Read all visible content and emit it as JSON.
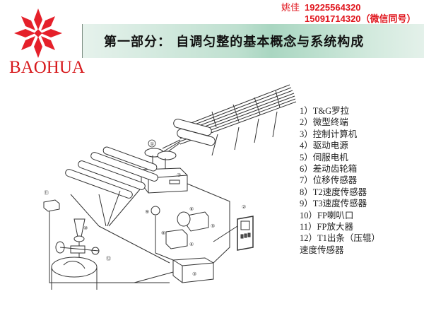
{
  "brand": {
    "logo_text": "BAOHUA",
    "logo_color": "#d7191c"
  },
  "contact": {
    "name": "姚佳",
    "phone1": "19225564320",
    "phone2": "15091714320（微信同号）",
    "color": "#e0141c"
  },
  "header": {
    "title": "第一部分：  自调匀整的基本概念与系统构成"
  },
  "diagram": {
    "description": "自调匀整系统构成示意图",
    "callouts": [
      "①",
      "②",
      "③",
      "④",
      "⑤",
      "⑥",
      "⑦",
      "⑧",
      "⑨",
      "⑩",
      "⑪",
      "⑫"
    ]
  },
  "legend": {
    "items": [
      "1）T&G罗拉",
      "2）微型终端",
      "3）控制计算机",
      "4）驱动电源",
      "5）伺服电机",
      "6）差动齿轮箱",
      "7）位移传感器",
      "8）T2速度传感器",
      "9）T3速度传感器",
      "10）FP喇叭口",
      "11）FP放大器",
      "12）T1出条（压辊）",
      "速度传感器"
    ]
  }
}
